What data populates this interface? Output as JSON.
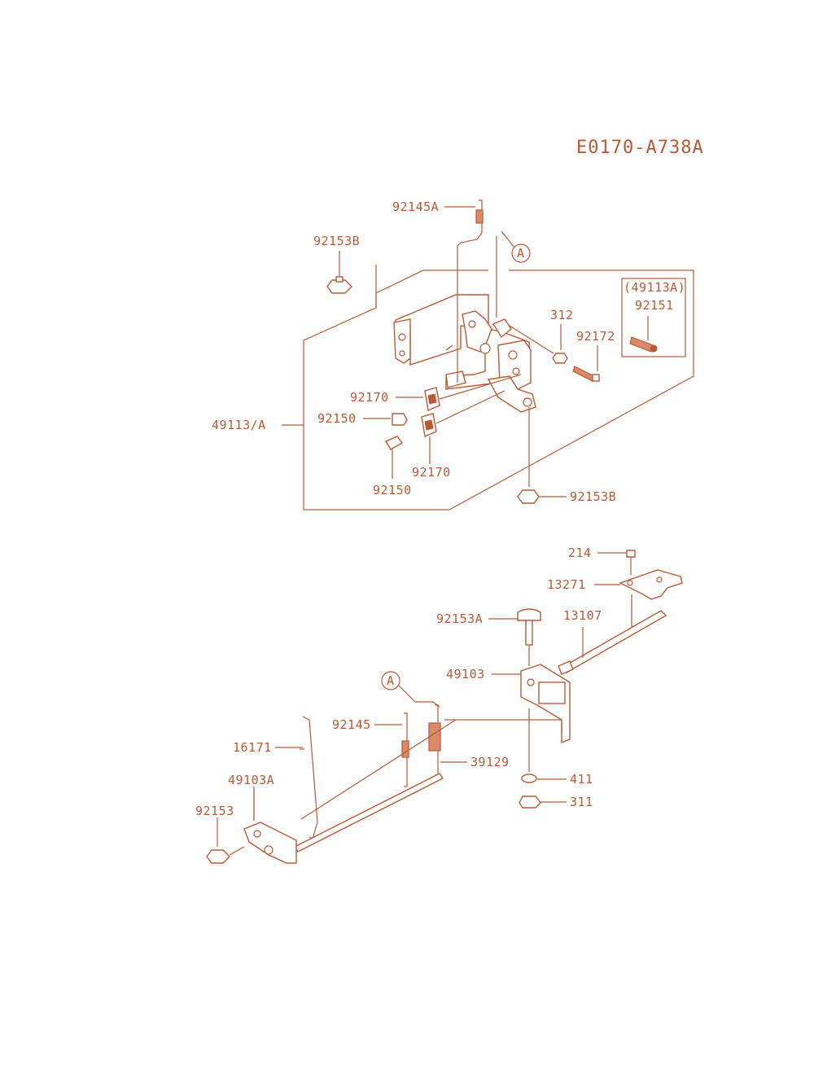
{
  "diagram_id": "E0170-A738A",
  "callouts": {
    "a_ref": "A",
    "p92145A": "92145A",
    "p92153B_top": "92153B",
    "p49113A_paren": "(49113A)",
    "p92151": "92151",
    "p312": "312",
    "p92172": "92172",
    "p92170_a": "92170",
    "p92150_a": "92150",
    "p49113_A": "49113/A",
    "p92170_b": "92170",
    "p92150_b": "92150",
    "p92153B_bottom": "92153B",
    "p214": "214",
    "p13271": "13271",
    "p92153A": "92153A",
    "p13107": "13107",
    "p49103": "49103",
    "p92145": "92145",
    "p16171": "16171",
    "p39129": "39129",
    "p49103A": "49103A",
    "p411": "411",
    "p92153": "92153",
    "p311": "311"
  },
  "colors": {
    "ink": "#b85a36",
    "fill": "#d98a6a"
  }
}
